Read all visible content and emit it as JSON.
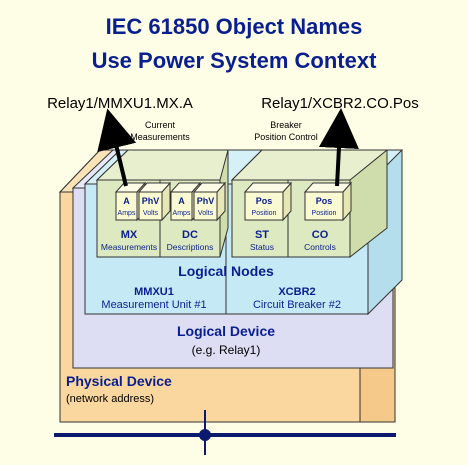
{
  "title": {
    "line1": "IEC 61850 Object Names",
    "line2": "Use Power System Context"
  },
  "references": {
    "left": "Relay1/MMXU1.MX.A",
    "right": "Relay1/XCBR2.CO.Pos"
  },
  "callouts": {
    "current_line1": "Current",
    "current_line2": "Measurements",
    "breaker_line1": "Breaker",
    "breaker_line2": "Position Control"
  },
  "data_objects": [
    {
      "name": "A",
      "desc": "Amps"
    },
    {
      "name": "PhV",
      "desc": "Volts"
    },
    {
      "name": "A",
      "desc": "Amps"
    },
    {
      "name": "PhV",
      "desc": "Volts"
    },
    {
      "name": "Pos",
      "desc": "Position"
    },
    {
      "name": "Pos",
      "desc": "Position"
    }
  ],
  "functional_constraints": [
    {
      "code": "MX",
      "desc": "Measurements"
    },
    {
      "code": "DC",
      "desc": "Descriptions"
    },
    {
      "code": "ST",
      "desc": "Status"
    },
    {
      "code": "CO",
      "desc": "Controls"
    }
  ],
  "logical_nodes": {
    "label": "Logical Nodes",
    "left_name": "MMXU1",
    "left_desc": "Measurement Unit #1",
    "right_name": "XCBR2",
    "right_desc": "Circuit Breaker #2"
  },
  "logical_device": {
    "label": "Logical Device",
    "sub": "(e.g. Relay1)"
  },
  "physical_device": {
    "label": "Physical Device",
    "sub": "(network address)"
  },
  "colors": {
    "title": "#0a1f8f",
    "physical": "#f9d79f",
    "logical_device": "#ddddf3",
    "logical_nodes": "#c6eaf5",
    "functional": "#dde9c0",
    "data_object": "#fafad2",
    "bus": "#0b1a6e",
    "bus_line": "#0b1a6e"
  }
}
